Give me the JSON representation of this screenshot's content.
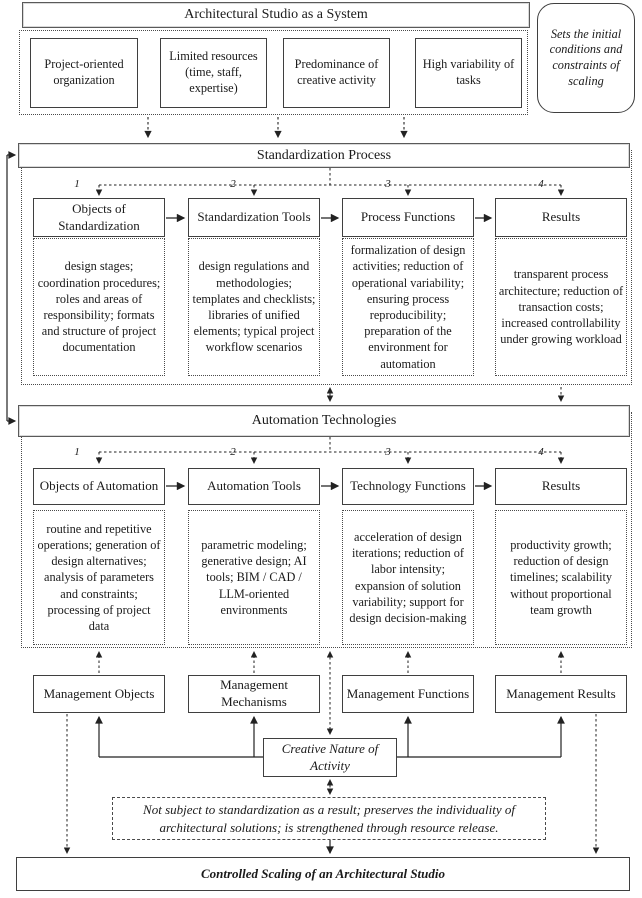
{
  "top": {
    "title": "Architectural Studio as a System",
    "side_note": "Sets the initial conditions and constraints of scaling",
    "factors": [
      "Project-oriented organization",
      "Limited resources (time, staff, expertise)",
      "Predominance of creative activity",
      "High variability of tasks"
    ]
  },
  "standardization": {
    "title": "Standardization Process",
    "columns": [
      {
        "num": "1",
        "header": "Objects of Standardization",
        "body": "design stages; coordination procedures; roles and areas of responsibility; formats and structure of project documentation"
      },
      {
        "num": "2",
        "header": "Standardization Tools",
        "body": "design regulations and methodologies; templates and checklists; libraries of unified elements; typical project workflow scenarios"
      },
      {
        "num": "3",
        "header": "Process Functions",
        "body": "formalization of design activities; reduction of operational variability; ensuring process reproducibility; preparation of the environment for automation"
      },
      {
        "num": "4",
        "header": "Results",
        "body": "transparent process architecture; reduction of transaction costs; increased controllability under growing workload"
      }
    ]
  },
  "automation": {
    "title": "Automation Technologies",
    "columns": [
      {
        "num": "1",
        "header": "Objects of Automation",
        "body": "routine and repetitive operations; generation of design alternatives; analysis of parameters and constraints; processing of project data"
      },
      {
        "num": "2",
        "header": "Automation Tools",
        "body": "parametric modeling; generative design; AI tools; BIM / CAD / LLM-oriented environments"
      },
      {
        "num": "3",
        "header": "Technology Functions",
        "body": "acceleration of design iterations; reduction of labor intensity; expansion of solution variability; support for design decision-making"
      },
      {
        "num": "4",
        "header": "Results",
        "body": "productivity growth; reduction of design timelines; scalability without proportional team growth"
      }
    ]
  },
  "management": {
    "boxes": [
      "Management Objects",
      "Management Mechanisms",
      "Management Functions",
      "Management Results"
    ],
    "creative": "Creative Nature of Activity",
    "note": "Not subject to standardization as a result; preserves the individuality of architectural solutions; is strengthened through resource release."
  },
  "footer": {
    "title": "Controlled Scaling of an Architectural Studio"
  },
  "colors": {
    "line": "#222222",
    "border": "#3f3f3f",
    "background": "#ffffff"
  }
}
